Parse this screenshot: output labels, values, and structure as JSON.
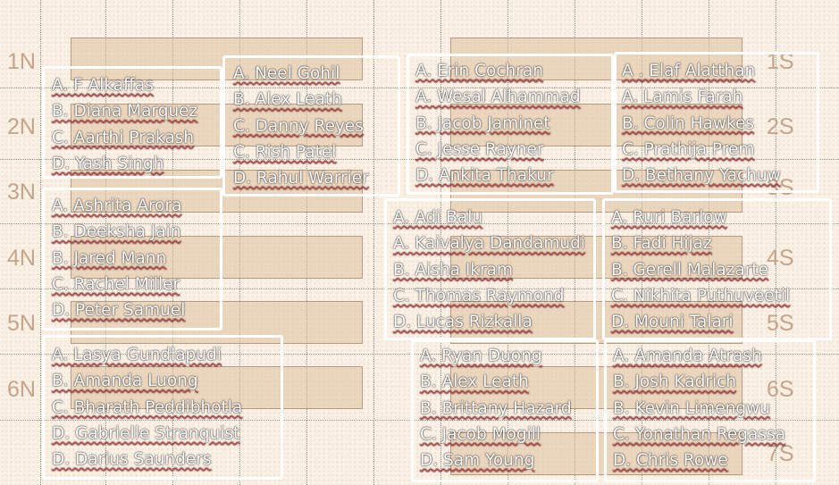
{
  "row_labels": {
    "north": [
      "1N",
      "2N",
      "3N",
      "4N",
      "5N",
      "6N"
    ],
    "south": [
      "1S",
      "2S",
      "3S",
      "4S",
      "5S",
      "6S",
      "7S"
    ]
  },
  "groups": [
    [
      "A. F Alkaffas",
      "B. Diana Marquez",
      "C. Aarthi Prakash",
      "D. Yash Singh"
    ],
    [
      "A. Neel Gohil",
      "B. Alex Leath",
      "C. Danny Reyes",
      "C. Rish Patel",
      "D. Rahul Warrier"
    ],
    [
      "A. Erin Cochran",
      "A. Wesal Alhammad",
      "B. Jacob Jaminet",
      "C. Jesse Rayner",
      "D. Ankita Thakur"
    ],
    [
      "A . Elaf Alatthan",
      "A. Lamis Farah",
      "B. Colin Hawkes",
      "C. Prathija Prem",
      "D. Bethany Yachuw"
    ],
    [
      "A. Ashrita Arora",
      "B. Deeksha Jain",
      "B. Jared Mann",
      "C. Rachel Miller",
      "D. Peter Samuel"
    ],
    [
      "A.   Adi Balu",
      "A. Kaivalya Dandamudi",
      "B. Aisha Ikram",
      "C. Thomas Raymond",
      "D. Lucas Rizkalla"
    ],
    [
      "A. Ruri Barlow",
      "B. Fadi Hijaz",
      "B. Gerell Malazarte",
      "C. Nikhita Puthuveetil",
      "D. Mouni Talari"
    ],
    [
      "A. Lasya Gundlapudi",
      "B. Amanda Luong",
      "C. Bharath Peddibhotla",
      "D. Gabrielle Stranquist",
      "D. Darius Saunders"
    ],
    [
      "A. Ryan Duong",
      "B. Alex Leath",
      "B. Brittany Hazard",
      "C. Jacob Mogill",
      "D. Sam Young"
    ],
    [
      "A. Amanda Atrash",
      "B. Josh Kadrich",
      "B. Kevin Limengwu",
      "C. Yonathan Regassa",
      "D. Chris Rowe"
    ]
  ]
}
